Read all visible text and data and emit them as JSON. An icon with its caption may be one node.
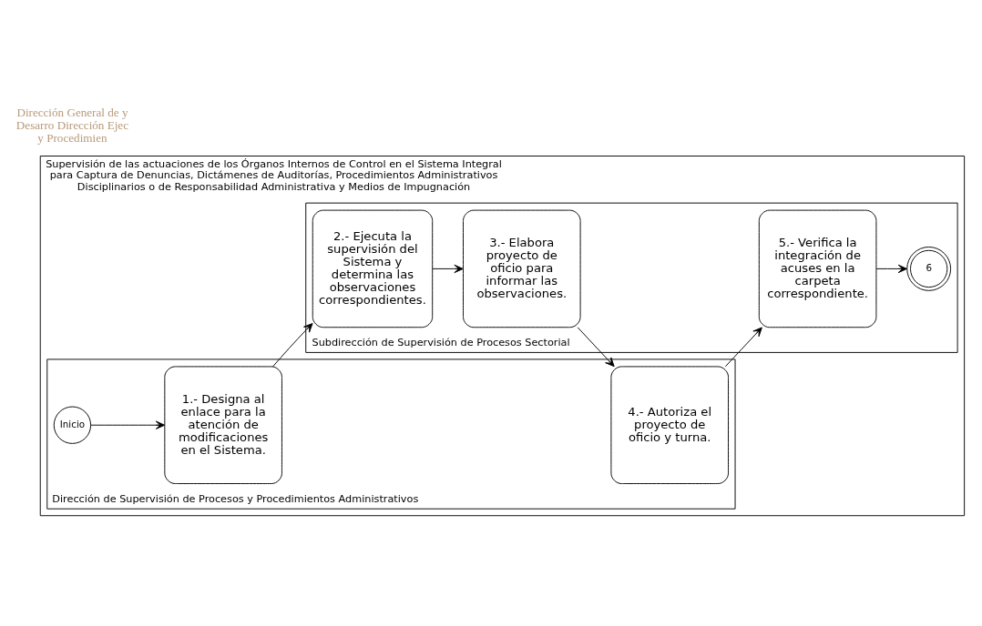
{
  "diagram": {
    "nodes": [
      {
        "text": [
          "Supervisión de las actuaciones de los Órganos Internos de Control en el Sistema Integral para Captura de Denuncias, Dictámenes de Auditorías, Procedimientos Administrativos Disciplinarios o de Responsabilidad Administrativa y Medios de Impugnación"
        ]
      },
      {
        "text": [
          "Dirección de Supervisión de Procesos y Procedimientos Administrativos"
        ],
        "in": 0
      },
      {
        "text": [
          "Subdirección de Supervisión de Procesos Sectorial"
        ],
        "in": 0
      },
      {
        "text": [
          "Inicio"
        ],
        "in": 1
      },
      {
        "text": [
          "1.- Designa al enlace para la atención de modificaciones en el Sistema."
        ],
        "in": 1
      },
      {
        "text": [
          "4.- Autoriza el proyecto de oficio y turna."
        ],
        "in": 1
      },
      {
        "text": [
          "2.- Ejecuta la supervisión del Sistema y determina las observaciones correspondientes."
        ],
        "in": 2
      },
      {
        "text": [
          "3.- Elabora proyecto de oficio para informar las observaciones."
        ],
        "in": 2
      },
      {
        "text": [
          "5.- Verifica la integración de acuses en la carpeta correspondiente."
        ],
        "in": 2
      },
      {
        "text": [
          "6"
        ],
        "in": 2
      }
    ],
    "edges": [
      {
        "from": 3,
        "to": 4,
        "arrow": "to"
      },
      {
        "from": 4,
        "to": 6,
        "arrow": "to"
      },
      {
        "from": 6,
        "to": 7,
        "arrow": "to"
      },
      {
        "from": 7,
        "to": 5,
        "arrow": "to"
      },
      {
        "from": 5,
        "to": 8,
        "arrow": "to"
      },
      {
        "from": 8,
        "to": 9,
        "arrow": "to"
      }
    ],
    "labels": [
      "Dirección General de y Desarro Dirección Ejec y Procedimien"
    ]
  }
}
